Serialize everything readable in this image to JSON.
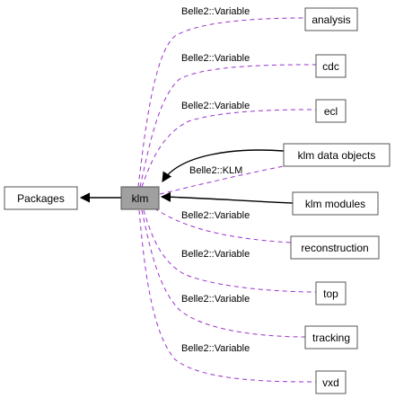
{
  "graph": {
    "colors": {
      "dependency_edge": "#000000",
      "variable_edge": "#9a32cd",
      "current_fill": "#a0a0a0",
      "node_border": "#555555"
    },
    "nodes": {
      "packages": "Packages",
      "klm": "klm",
      "analysis": "analysis",
      "cdc": "cdc",
      "ecl": "ecl",
      "klm_data_objects": "klm data objects",
      "klm_modules": "klm modules",
      "reconstruction": "reconstruction",
      "top": "top",
      "tracking": "tracking",
      "vxd": "vxd"
    },
    "edge_labels": {
      "analysis": "Belle2::Variable",
      "cdc": "Belle2::Variable",
      "ecl": "Belle2::Variable",
      "klm_data_objects": "Belle2::KLM",
      "reconstruction": "Belle2::Variable",
      "top": "Belle2::Variable",
      "tracking": "Belle2::Variable",
      "vxd": "Belle2::Variable"
    }
  }
}
